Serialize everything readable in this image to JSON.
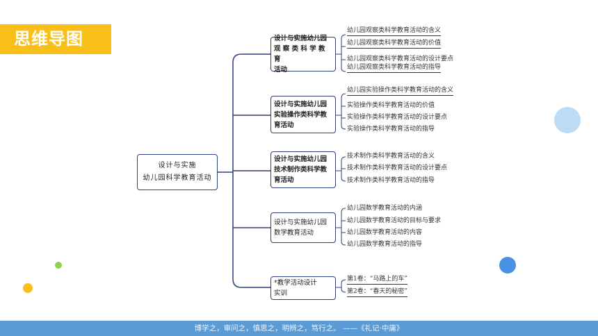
{
  "badge": {
    "title": "思维导图"
  },
  "root": {
    "line1": "设计与实施",
    "line2": "幼儿园科学教育活动"
  },
  "branches": [
    {
      "lines": [
        "设计与实施幼儿园",
        "观 察 类 科 学 教 育",
        "活动"
      ],
      "leaves": [
        "幼儿园观察类科学教育活动的含义",
        "幼儿园观察类科学教育活动的价值",
        "幼儿园观察类科学教育活动的设计要点",
        "幼儿园观察类科学教育活动的指导"
      ]
    },
    {
      "lines": [
        "设计与实施幼儿园",
        "实验操作类科学教",
        "育活动"
      ],
      "leaves": [
        "幼儿园实验操作类科学教育活动的含义",
        "实验操作类科学教育活动的价值",
        "实验操作类科学教育活动的设计要点",
        "实验操作类科学教育活动的指导"
      ]
    },
    {
      "lines": [
        "设计与实施幼儿园",
        "技术制作类科学教",
        "育活动"
      ],
      "leaves": [
        "技术制作类科学教育活动的含义",
        "技术制作类科学教育活动的设计要点",
        "技术制作类科学教育活动的指导"
      ]
    },
    {
      "lines": [
        "设计与实施幼儿园",
        "数学教育活动"
      ],
      "leaves": [
        "幼儿园数学教育活动的内涵",
        "幼儿园数学教育活动的目标与要求",
        "幼儿园数学教育活动的内容",
        "幼儿园数学教育活动的指导"
      ]
    },
    {
      "lines": [
        "*教学活动设计",
        "实训"
      ],
      "leaves": [
        "第1卷：“马路上的车”",
        "第2卷：“春天的秘密”"
      ]
    }
  ],
  "footer": {
    "quote": "博学之，审问之，慎思之，明辨之，笃行之。   ——《礼记·中庸》"
  },
  "colors": {
    "badge": "#f7bf17",
    "line": "#2f3d7a",
    "footer": "#5b9bd5",
    "circle_large": "#bcdcf5",
    "circle_blue": "#4a90e2",
    "dot_green": "#8fd14f",
    "dot_yellow": "#f7bf17"
  }
}
